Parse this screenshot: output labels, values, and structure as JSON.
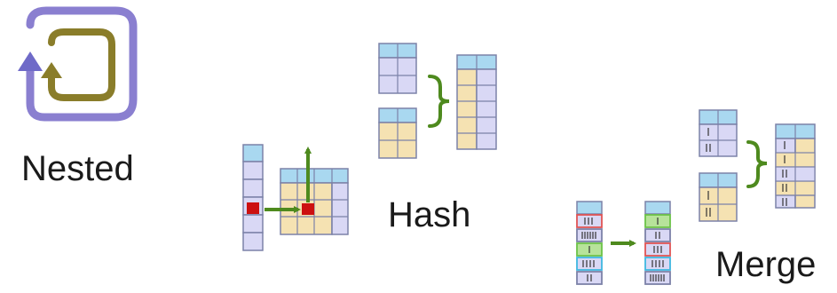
{
  "labels": {
    "nested": "Nested",
    "hash": "Hash",
    "merge": "Merge"
  },
  "colors": {
    "purple_frame": "#8a7fd0",
    "olive_loop": "#8a7d2a",
    "header_blue": "#a9d8f0",
    "row_lavender": "#d9d8f5",
    "row_tan": "#f5e2b2",
    "cell_border": "#7c82a8",
    "match_red": "#cc1010",
    "arrow_green": "#4e8a1e",
    "sort_green": "#b7e39a",
    "sort_red_border": "#e05454",
    "sort_cyan_border": "#3fb7e0",
    "sort_green_border": "#6cc248"
  },
  "icons": {
    "nested": "loop-arrows-icon",
    "hash": "hash-join-tables-icon",
    "merge": "merge-join-tables-icon"
  }
}
